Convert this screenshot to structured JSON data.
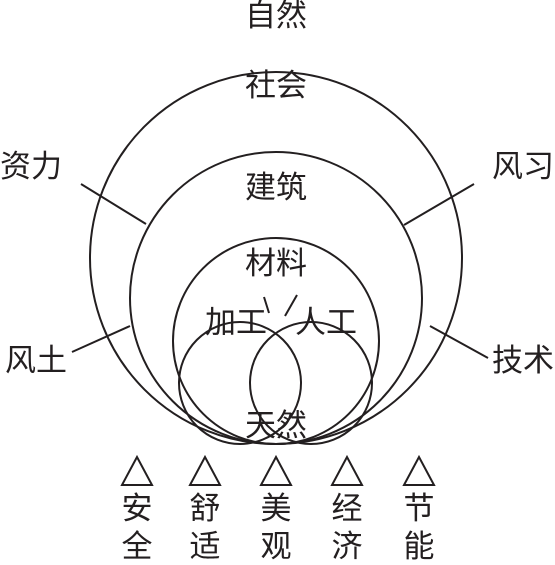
{
  "outer_label": "自然",
  "rings": {
    "society": "社会",
    "architecture": "建筑",
    "material": "材料",
    "processed": "加工",
    "artificial": "人工",
    "natural": "天然"
  },
  "side_labels": {
    "upper_left": "资力",
    "upper_right": "风习",
    "lower_left": "风土",
    "lower_right": "技术"
  },
  "goals": [
    {
      "top": "安",
      "bottom": "全"
    },
    {
      "top": "舒",
      "bottom": "适"
    },
    {
      "top": "美",
      "bottom": "观"
    },
    {
      "top": "经",
      "bottom": "济"
    },
    {
      "top": "节",
      "bottom": "能"
    }
  ]
}
